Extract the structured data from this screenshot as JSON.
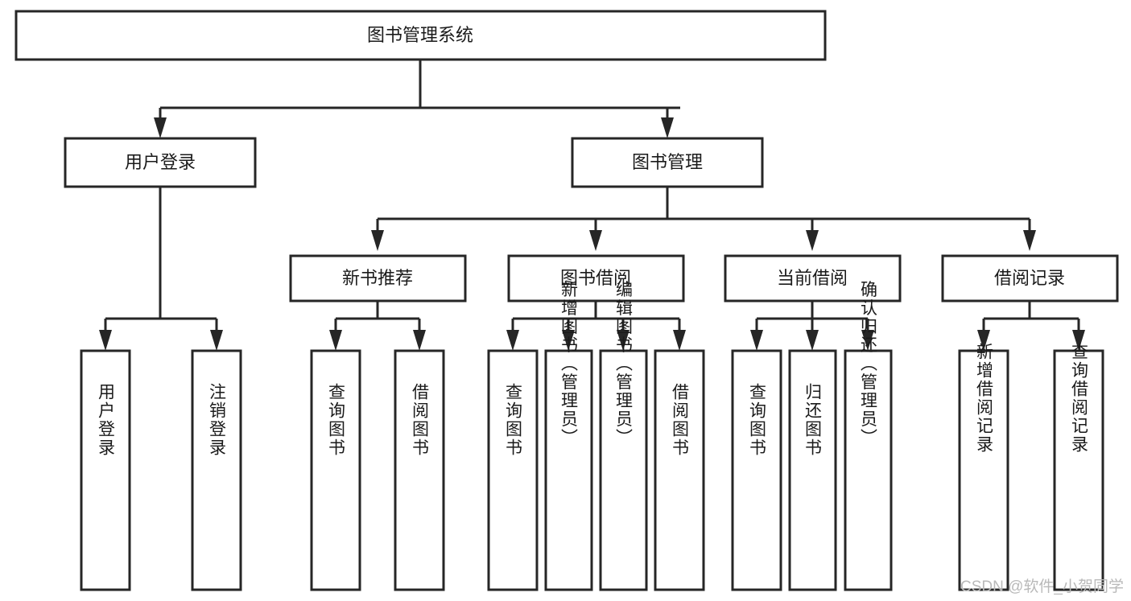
{
  "diagram": {
    "type": "hierarchy-tree",
    "title": "图书管理系统",
    "root": {
      "id": "root",
      "label": "图书管理系统"
    },
    "level2": [
      {
        "id": "user-login",
        "label": "用户登录"
      },
      {
        "id": "book-management",
        "label": "图书管理"
      }
    ],
    "level3": [
      {
        "id": "new-book-recommend",
        "label": "新书推荐",
        "parent": "book-management"
      },
      {
        "id": "book-borrow",
        "label": "图书借阅",
        "parent": "book-management"
      },
      {
        "id": "current-borrow",
        "label": "当前借阅",
        "parent": "book-management"
      },
      {
        "id": "borrow-record",
        "label": "借阅记录",
        "parent": "book-management"
      }
    ],
    "leaves": [
      {
        "id": "leaf-user-login",
        "label": "用户登录",
        "parent": "user-login"
      },
      {
        "id": "leaf-logout-login",
        "label": "注销登录",
        "parent": "user-login"
      },
      {
        "id": "leaf-query-book-1",
        "label": "查询图书",
        "parent": "new-book-recommend"
      },
      {
        "id": "leaf-borrow-book-1",
        "label": "借阅图书",
        "parent": "new-book-recommend"
      },
      {
        "id": "leaf-query-book-2",
        "label": "查询图书",
        "parent": "book-borrow"
      },
      {
        "id": "leaf-add-book",
        "label": "新增图书（管理员）",
        "parent": "book-borrow"
      },
      {
        "id": "leaf-edit-book",
        "label": "编辑图书（管理员）",
        "parent": "book-borrow"
      },
      {
        "id": "leaf-borrow-book-2",
        "label": "借阅图书",
        "parent": "book-borrow"
      },
      {
        "id": "leaf-query-book-3",
        "label": "查询图书",
        "parent": "current-borrow"
      },
      {
        "id": "leaf-return-book",
        "label": "归还图书",
        "parent": "current-borrow"
      },
      {
        "id": "leaf-confirm-return",
        "label": "确认归还（管理员）",
        "parent": "current-borrow"
      },
      {
        "id": "leaf-add-record",
        "label": "新增借阅记录",
        "parent": "borrow-record"
      },
      {
        "id": "leaf-query-record",
        "label": "查询借阅记录",
        "parent": "borrow-record"
      }
    ]
  },
  "watermark": {
    "text": "CSDN @软件_小贺同学"
  },
  "colors": {
    "stroke": "#262626",
    "fill": "#ffffff",
    "text": "#1a1a1a",
    "watermark": "#b9b9b9"
  }
}
